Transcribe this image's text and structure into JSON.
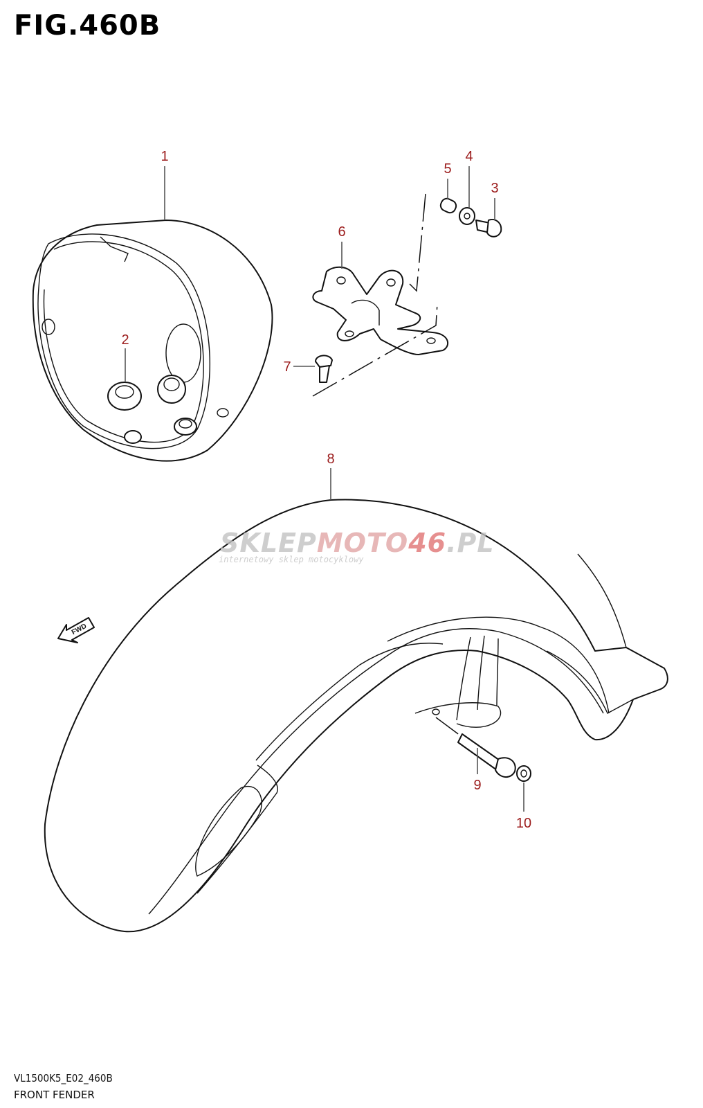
{
  "title": "FIG.460B",
  "footer": {
    "code": "VL1500K5_E02_460B",
    "name": "FRONT FENDER"
  },
  "watermark": {
    "brand_a": "SKLEP",
    "brand_b": "MOTO",
    "brand_c": "46",
    "brand_d": ".PL",
    "tagline": "internetowy sklep motocyklowy"
  },
  "fwd_label": "FWD",
  "callouts": [
    "1",
    "2",
    "3",
    "4",
    "5",
    "6",
    "7",
    "8",
    "9",
    "10"
  ],
  "colors": {
    "callout": "#9b1b1b",
    "line": "#111111",
    "watermark": "#b8b8b8",
    "watermark_accent": "#d88080"
  }
}
